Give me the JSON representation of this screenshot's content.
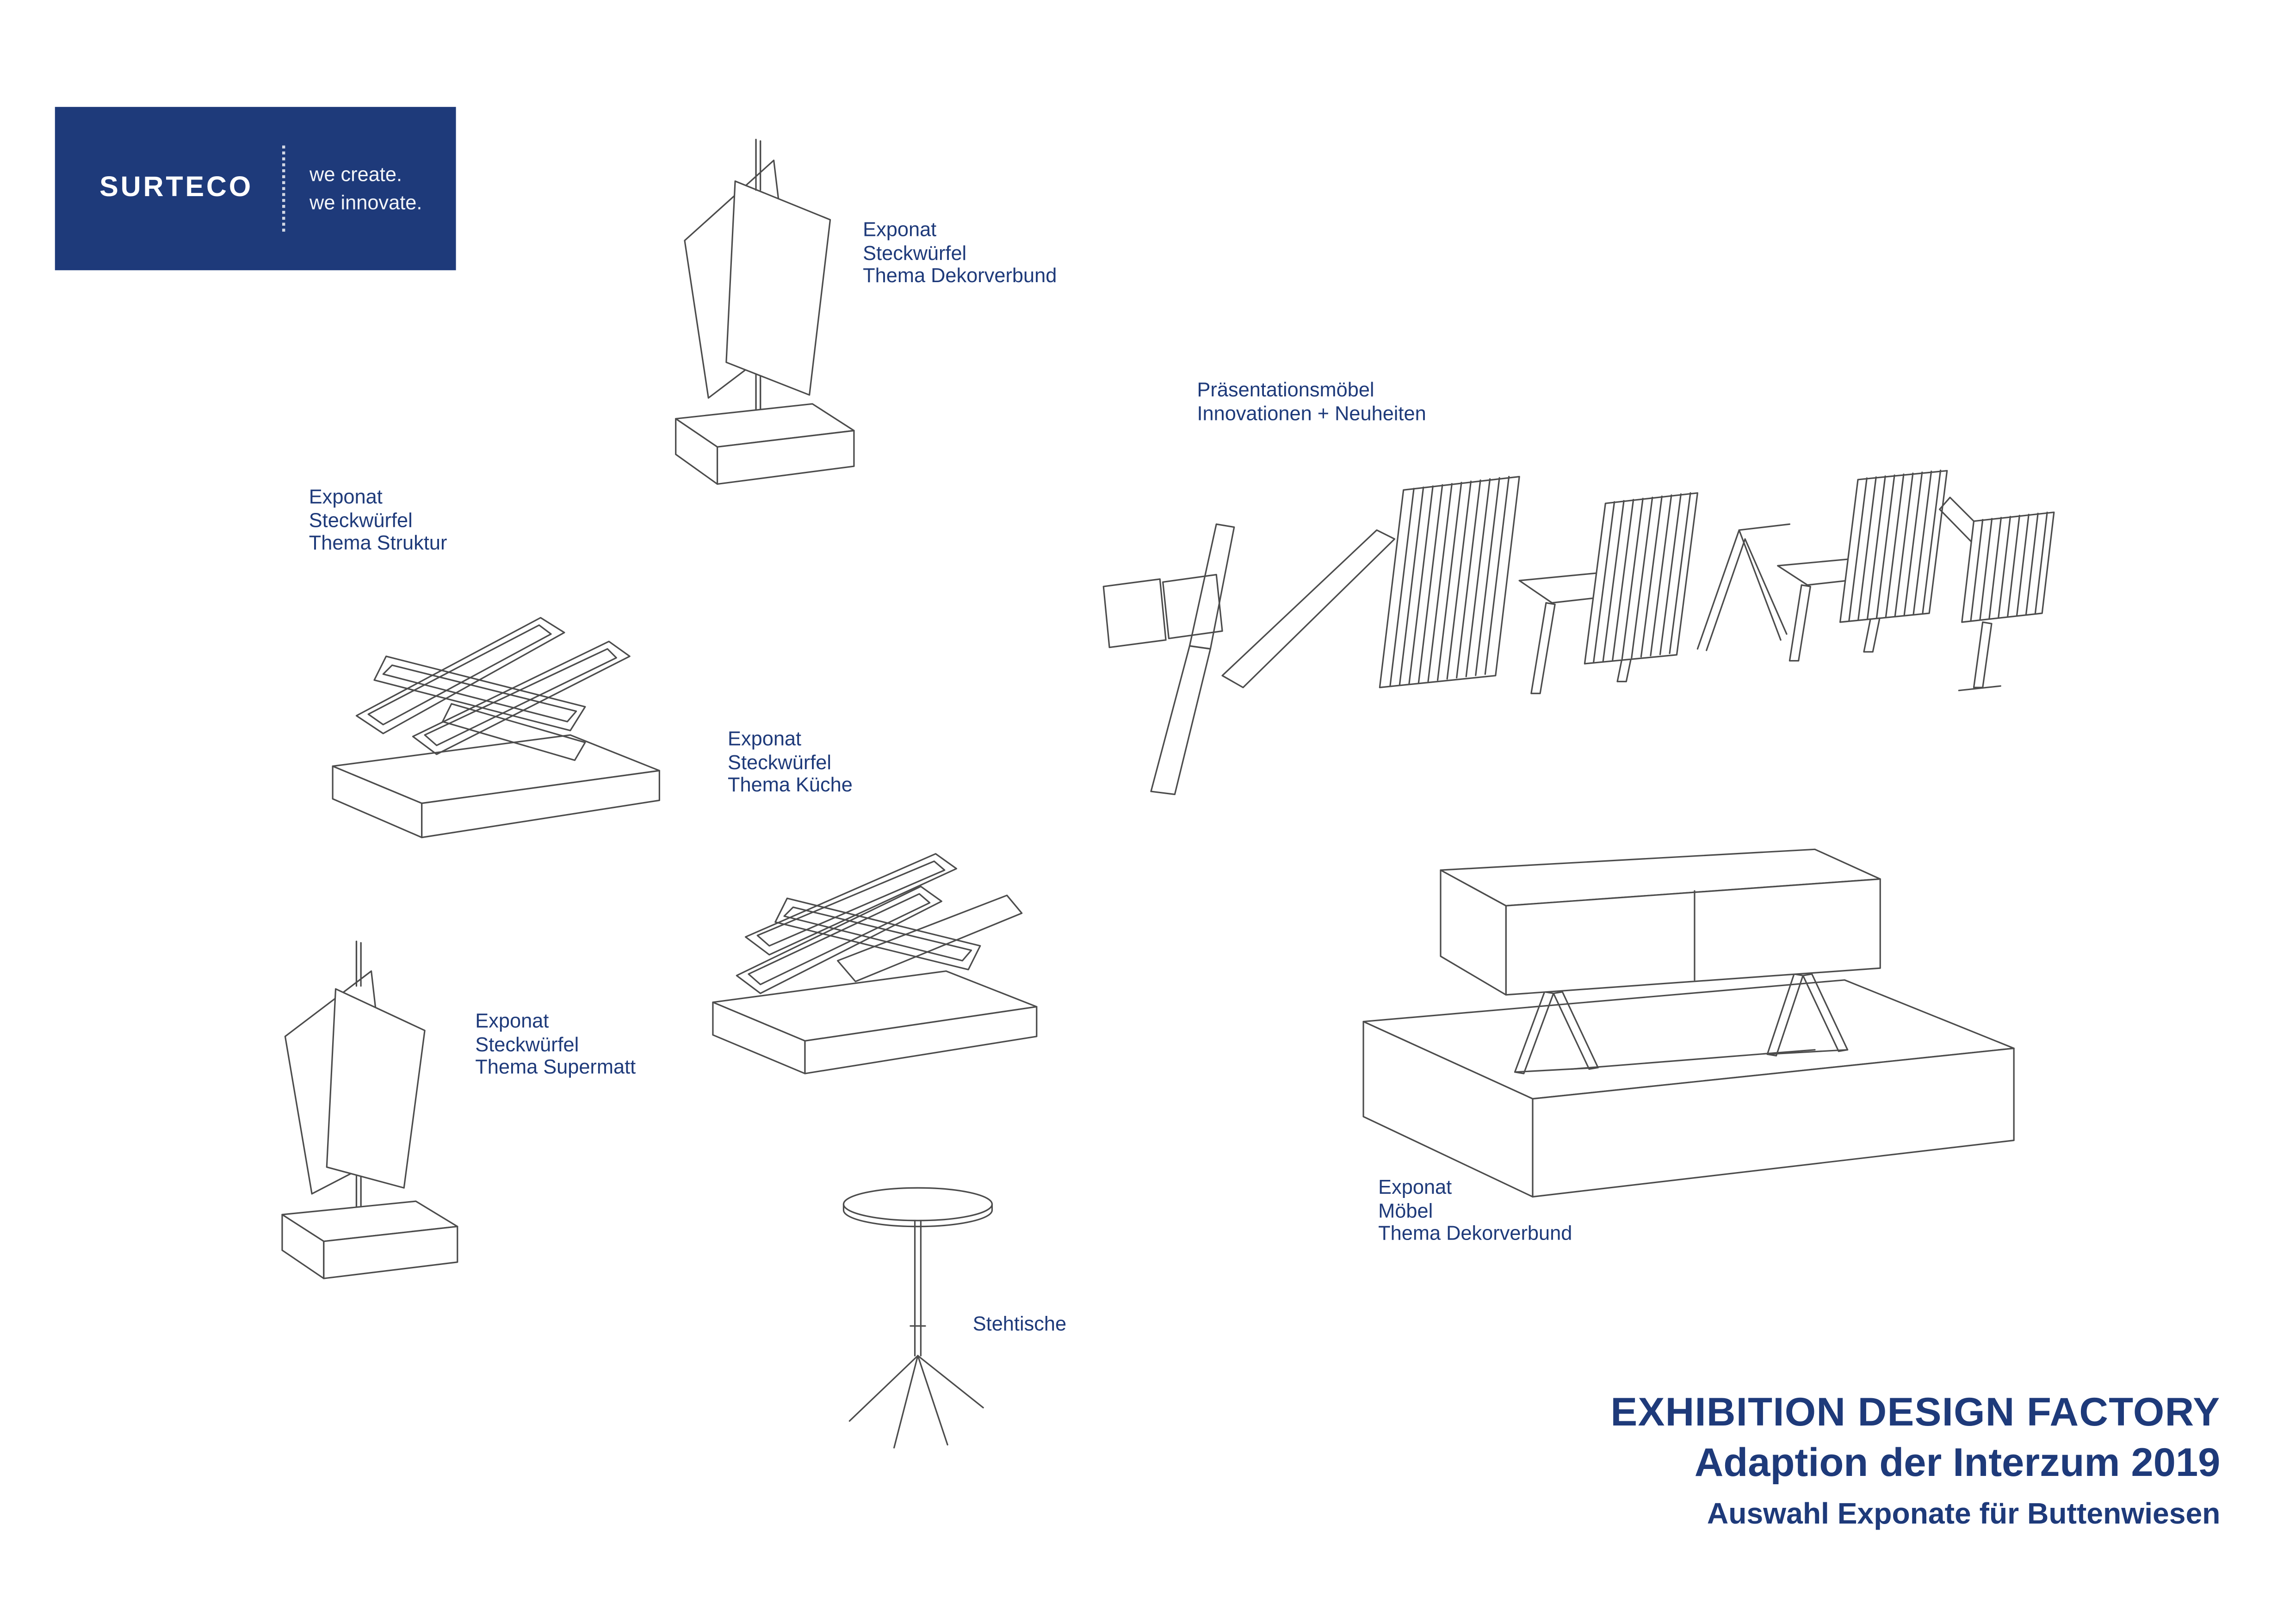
{
  "colors": {
    "brand_blue": "#1e3a7a",
    "sketch_gray": "#4c4c4c",
    "logo_bg": "#1e3a7a"
  },
  "logo": {
    "brand": "SURTECO",
    "tagline": [
      "we create.",
      "we innovate."
    ]
  },
  "labels": {
    "dekorverbund": [
      "Exponat",
      "Steckwürfel",
      "Thema Dekorverbund"
    ],
    "struktur": [
      "Exponat",
      "Steckwürfel",
      "Thema Struktur"
    ],
    "kueche": [
      "Exponat",
      "Steckwürfel",
      "Thema Küche"
    ],
    "supermatt": [
      "Exponat",
      "Steckwürfel",
      "Thema Supermatt"
    ],
    "praesentationsmoebel": [
      "Präsentationsmöbel",
      "Innovationen + Neuheiten"
    ],
    "moebel": [
      "Exponat",
      "Möbel",
      "Thema Dekorverbund"
    ],
    "stehtische": "Stehtische"
  },
  "title": {
    "line1": "EXHIBITION DESIGN FACTORY",
    "line2": "Adaption der Interzum 2019",
    "line3": "Auswahl Exponate für Buttenwiesen"
  },
  "drawings": [
    "steckwuerfel-thema-dekorverbund-sketch",
    "steckwuerfel-thema-struktur-sketch",
    "steckwuerfel-thema-kueche-sketch",
    "steckwuerfel-thema-supermatt-sketch",
    "praesentationsmoebel-sketch",
    "moebel-sideboard-sketch",
    "stehtisch-sketch"
  ]
}
